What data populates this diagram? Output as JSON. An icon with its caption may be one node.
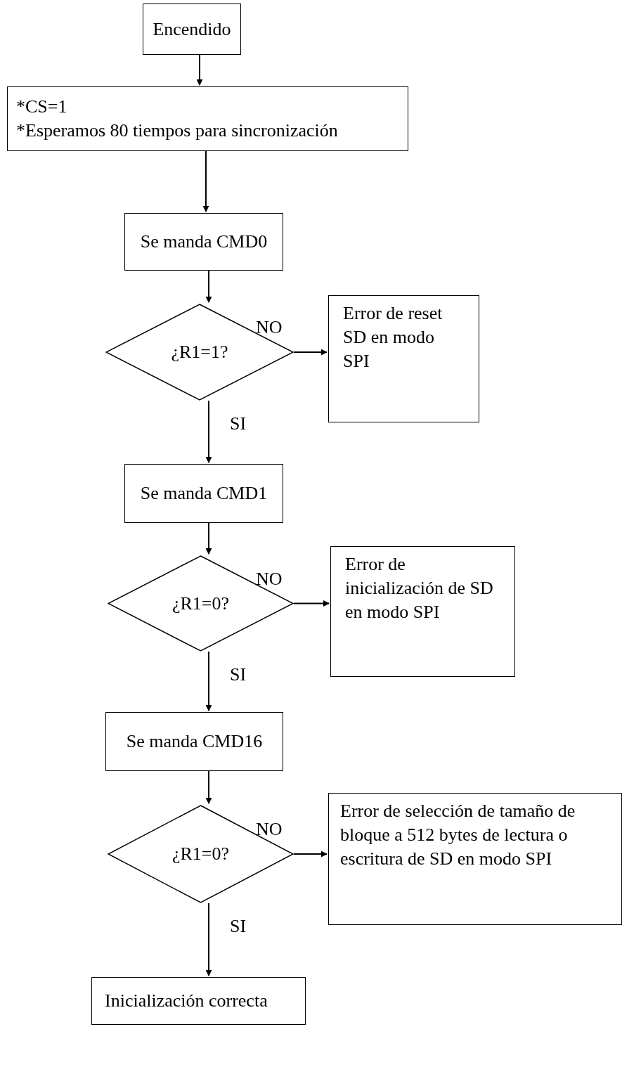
{
  "diagram": {
    "nodes": [
      {
        "text": [
          "Encendido"
        ]
      },
      {
        "text": [
          "*CS=1",
          "*Esperamos 80 tiempos para sincronización"
        ]
      },
      {
        "text": [
          "Se manda CMD0"
        ]
      },
      {
        "text": [
          "¿R1=1?"
        ]
      },
      {
        "text": [
          "Error de reset SD en modo SPI"
        ]
      },
      {
        "text": [
          "Se manda CMD1"
        ]
      },
      {
        "text": [
          "¿R1=0?"
        ]
      },
      {
        "text": [
          "Error de inicialización de SD en modo SPI"
        ]
      },
      {
        "text": [
          "Se manda CMD16"
        ]
      },
      {
        "text": [
          "¿R1=0?"
        ]
      },
      {
        "text": [
          "Error de selección de tamaño de bloque a 512 bytes de lectura o escritura de SD en modo SPI"
        ]
      },
      {
        "text": [
          "Inicialización correcta"
        ]
      }
    ],
    "edges": [
      {
        "from": 0,
        "to": 1,
        "arrow": "to"
      },
      {
        "from": 1,
        "to": 2,
        "arrow": "to"
      },
      {
        "from": 2,
        "to": 3,
        "arrow": "to"
      },
      {
        "from": 3,
        "to": 4,
        "arrow": "to",
        "label": "NO"
      },
      {
        "from": 3,
        "to": 5,
        "arrow": "to",
        "label": "SI"
      },
      {
        "from": 5,
        "to": 6,
        "arrow": "to"
      },
      {
        "from": 6,
        "to": 7,
        "arrow": "to",
        "label": "NO"
      },
      {
        "from": 6,
        "to": 8,
        "arrow": "to",
        "label": "SI"
      },
      {
        "from": 8,
        "to": 9,
        "arrow": "to"
      },
      {
        "from": 9,
        "to": 10,
        "arrow": "to",
        "label": "NO"
      },
      {
        "from": 9,
        "to": 11,
        "arrow": "to",
        "label": "SI"
      }
    ]
  }
}
